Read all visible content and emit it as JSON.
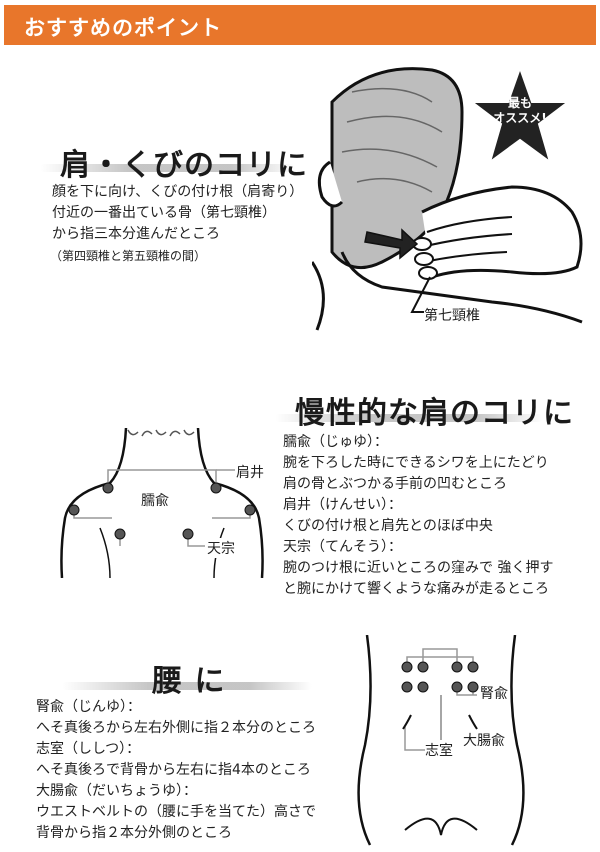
{
  "header": {
    "title": "おすすめのポイント"
  },
  "section1": {
    "heading": "肩・くびのコリに",
    "lines": [
      "顔を下に向け、くびの付け根（肩寄り）",
      "付近の一番出ている骨（第七頸椎）",
      "から指三本分進んだところ"
    ],
    "note": "（第四頸椎と第五頸椎の間）",
    "label": "第七頸椎",
    "badge": [
      "最も",
      "オススメ!"
    ]
  },
  "section2": {
    "heading": "慢性的な肩のコリに",
    "lines": [
      "臑兪（じゅゆ）：",
      "腕を下ろした時にできるシワを上にたどり",
      "肩の骨とぶつかる手前の凹むところ",
      "肩井（けんせい）：",
      "くびの付け根と肩先とのほぼ中央",
      "天宗（てんそう）：",
      "腕のつけ根に近いところの窪みで 強く押す",
      "と腕にかけて響くような痛みが走るところ"
    ],
    "labels": {
      "kensei": "肩井",
      "juyu": "臑兪",
      "tenso": "天宗"
    }
  },
  "section3": {
    "heading": "腰 に",
    "lines": [
      "腎兪（じんゆ）：",
      "へそ真後ろから左右外側に指２本分のところ",
      "志室（ししつ）：",
      "へそ真後ろで背骨から左右に指4本のところ",
      "大腸兪（だいちょうゆ）：",
      "ウエストベルトの（腰に手を当てた）高さで",
      "背骨から指２本分外側のところ"
    ],
    "labels": {
      "jinyu": "腎兪",
      "daichoyu": "大腸兪",
      "shishitsu": "志室"
    }
  },
  "colors": {
    "header": "#e8762b",
    "star": "#222222"
  }
}
